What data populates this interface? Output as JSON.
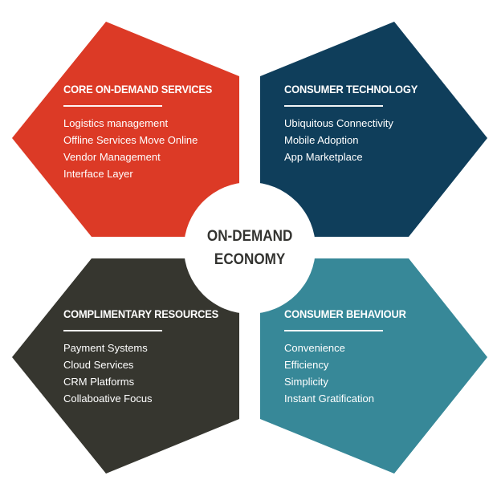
{
  "center": {
    "line1": "ON-DEMAND",
    "line2": "ECONOMY"
  },
  "colors": {
    "core": "#dc3a26",
    "tech": "#0f3e5b",
    "resources": "#36362f",
    "behaviour": "#378898"
  },
  "quadrants": [
    {
      "title": "CORE ON-DEMAND SERVICES",
      "items": [
        "Logistics management",
        "Offline Services Move Online",
        "Vendor Management",
        "Interface Layer"
      ]
    },
    {
      "title": "CONSUMER TECHNOLOGY",
      "items": [
        "Ubiquitous Connectivity",
        "Mobile Adoption",
        "App Marketplace"
      ]
    },
    {
      "title": "COMPLIMENTARY RESOURCES",
      "items": [
        "Payment Systems",
        "Cloud Services",
        "CRM Platforms",
        "Collaboative Focus"
      ]
    },
    {
      "title": "CONSUMER BEHAVIOUR",
      "items": [
        "Convenience",
        "Efficiency",
        "Simplicity",
        "Instant Gratification"
      ]
    }
  ]
}
